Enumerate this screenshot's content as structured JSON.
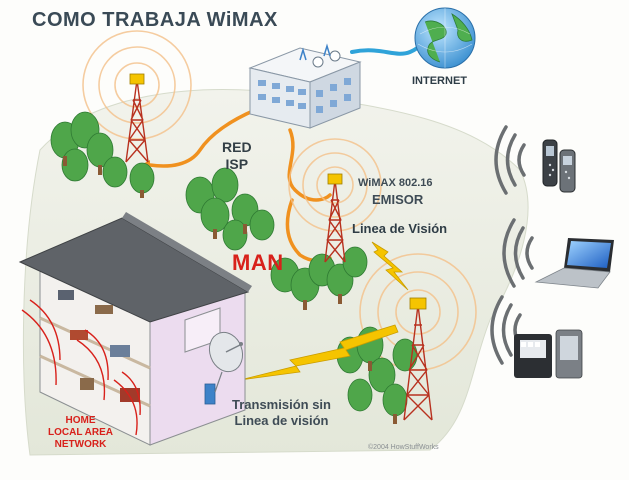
{
  "diagram": {
    "title": "COMO TRABAJA WiMAX",
    "internet_label": "INTERNET",
    "red_isp_line1": "RED",
    "red_isp_line2": "ISP",
    "wimax_line1": "WiMAX 802.16",
    "wimax_line2": "EMISOR",
    "line_of_sight": "Linea de Visión",
    "man_label": "MAN",
    "nlos_line1": "Transmisión sin",
    "nlos_line2": "Linea de visión",
    "home_line1": "HOME",
    "home_line2": "LOCAL AREA",
    "home_line3": "NETWORK",
    "copyright": "©2004 HowStuffWorks"
  },
  "colors": {
    "title": "#3a4a56",
    "man": "#d8211b",
    "home": "#d8211b",
    "ground": "#e9ecdf",
    "tree": "#4fa64a",
    "tower_red": "#c23b28",
    "isp_link": "#f0911f",
    "internet_link": "#2fa3d9",
    "signal": "#f5c400",
    "house_wall": "#ecdcef",
    "house_roof": "#5f6368",
    "wifi_rings": "#6b6f72",
    "lan_lines": "#d8211b"
  },
  "icons": [
    "globe-icon",
    "isp-building-icon",
    "tower-icon",
    "satellite-dish-icon",
    "mobile-phone-icon",
    "laptop-icon",
    "pda-icon",
    "wifi-signal-icon",
    "lightning-bolt-icon",
    "tree-icon"
  ]
}
